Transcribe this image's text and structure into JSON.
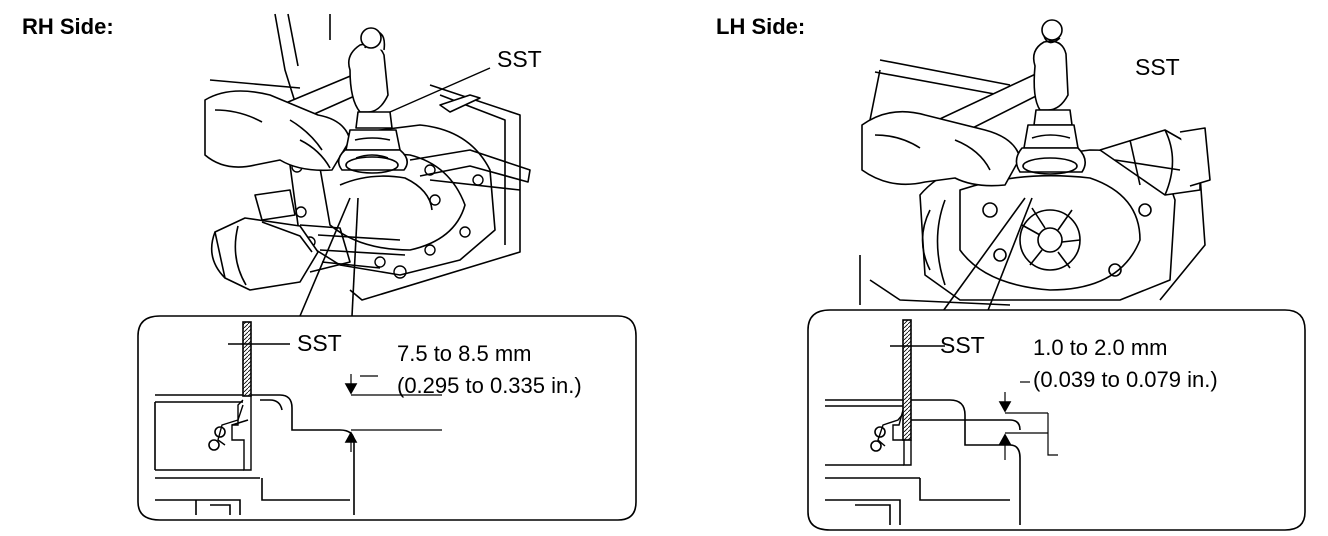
{
  "rh": {
    "title": "RH Side:",
    "sst_label_top": "SST",
    "sst_label_detail": "SST",
    "spec_mm": "7.5 to 8.5 mm",
    "spec_in": "(0.295 to 0.335 in.)"
  },
  "lh": {
    "title": "LH Side:",
    "sst_label_top": "SST",
    "sst_label_detail": "SST",
    "spec_mm": "1.0 to 2.0 mm",
    "spec_in": "(0.039 to 0.079 in.)"
  },
  "colors": {
    "line": "#000000",
    "background": "#ffffff"
  }
}
